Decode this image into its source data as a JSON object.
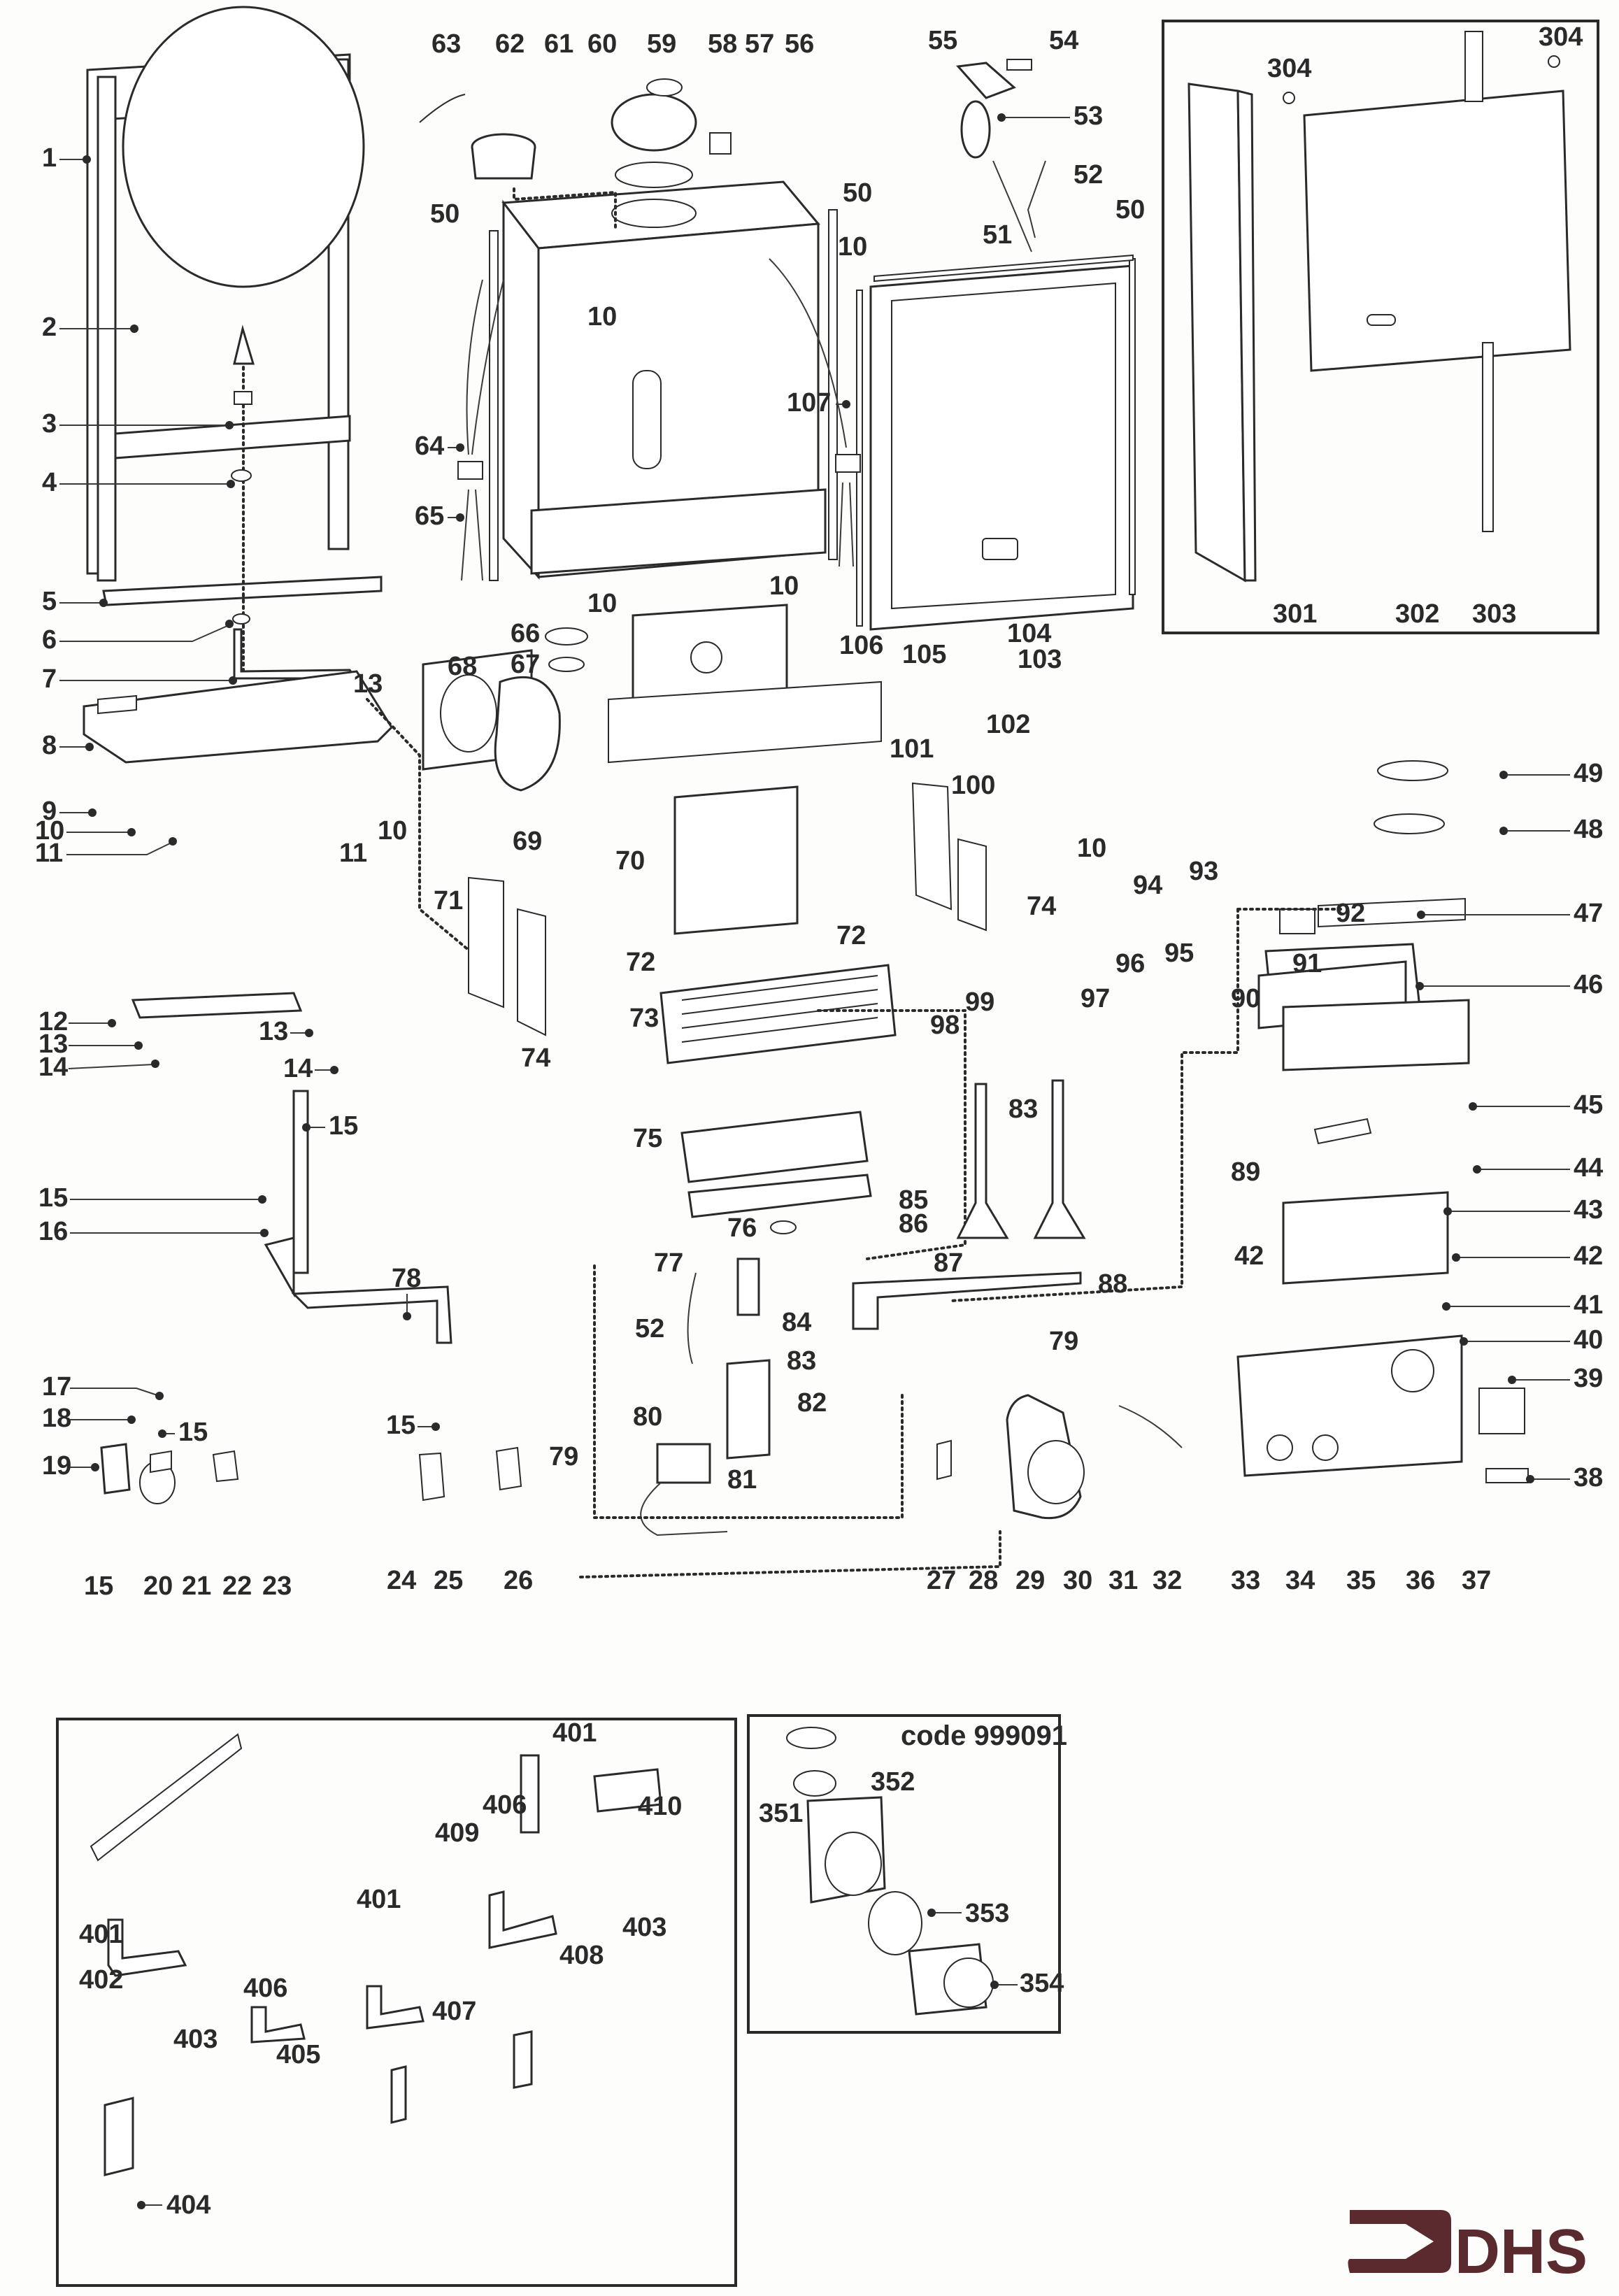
{
  "diagram": {
    "type": "exploded-parts-diagram",
    "subject": "boiler spare parts",
    "logo_text": "DHS",
    "logo_color": "#5a2a2e",
    "inset_code_label": "code 999091"
  },
  "callouts": {
    "c1": "1",
    "c2": "2",
    "c3": "3",
    "c4": "4",
    "c5": "5",
    "c6": "6",
    "c7": "7",
    "c8": "8",
    "c9": "9",
    "c10a": "10",
    "c10b": "10",
    "c10c": "10",
    "c10d": "10",
    "c10e": "10",
    "c10f": "10",
    "c10g": "10",
    "c11a": "11",
    "c11b": "11",
    "c12": "12",
    "c13a": "13",
    "c13b": "13",
    "c13c": "13",
    "c14a": "14",
    "c14b": "14",
    "c15a": "15",
    "c15b": "15",
    "c15c": "15",
    "c15d": "15",
    "c15e": "15",
    "c16": "16",
    "c17": "17",
    "c18": "18",
    "c19": "19",
    "c20": "20",
    "c21": "21",
    "c22": "22",
    "c23": "23",
    "c24": "24",
    "c25": "25",
    "c26": "26",
    "c27": "27",
    "c28": "28",
    "c29": "29",
    "c30": "30",
    "c31": "31",
    "c32": "32",
    "c33": "33",
    "c34": "34",
    "c35": "35",
    "c36": "36",
    "c37": "37",
    "c38": "38",
    "c39": "39",
    "c40": "40",
    "c41": "41",
    "c42a": "42",
    "c42b": "42",
    "c43": "43",
    "c44": "44",
    "c45": "45",
    "c46": "46",
    "c47": "47",
    "c48": "48",
    "c49": "49",
    "c50a": "50",
    "c50b": "50",
    "c50c": "50",
    "c51": "51",
    "c52a": "52",
    "c52b": "52",
    "c53": "53",
    "c54": "54",
    "c55": "55",
    "c56": "56",
    "c57": "57",
    "c58": "58",
    "c59": "59",
    "c60": "60",
    "c61": "61",
    "c62": "62",
    "c63": "63",
    "c64": "64",
    "c65": "65",
    "c66": "66",
    "c67": "67",
    "c68": "68",
    "c69": "69",
    "c70": "70",
    "c71": "71",
    "c72a": "72",
    "c72b": "72",
    "c73": "73",
    "c74a": "74",
    "c74b": "74",
    "c75": "75",
    "c76": "76",
    "c77": "77",
    "c78": "78",
    "c79a": "79",
    "c79b": "79",
    "c80": "80",
    "c81": "81",
    "c82": "82",
    "c83a": "83",
    "c83b": "83",
    "c84": "84",
    "c85": "85",
    "c86": "86",
    "c87": "87",
    "c88": "88",
    "c89": "89",
    "c90": "90",
    "c91": "91",
    "c92": "92",
    "c93": "93",
    "c94": "94",
    "c95": "95",
    "c96": "96",
    "c97": "97",
    "c98": "98",
    "c99": "99",
    "c100": "100",
    "c101": "101",
    "c102": "102",
    "c103": "103",
    "c104": "104",
    "c105": "105",
    "c106": "106",
    "c107": "107",
    "c301": "301",
    "c302": "302",
    "c303": "303",
    "c304a": "304",
    "c304b": "304",
    "c351": "351",
    "c352": "352",
    "c353": "353",
    "c354": "354",
    "c401a": "401",
    "c401b": "401",
    "c401c": "401",
    "c402": "402",
    "c403a": "403",
    "c403b": "403",
    "c404": "404",
    "c405": "405",
    "c406a": "406",
    "c406b": "406",
    "c407": "407",
    "c408": "408",
    "c409": "409",
    "c410": "410"
  }
}
